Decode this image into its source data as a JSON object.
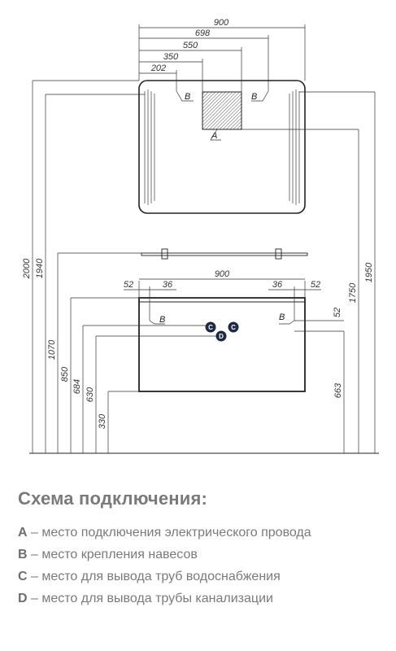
{
  "mirror_dims": {
    "width_total": "900",
    "w698": "698",
    "w550": "550",
    "w350": "350",
    "w202": "202"
  },
  "cabinet_dims": {
    "width": "900",
    "left_52": "52",
    "left_36": "36",
    "right_36": "36",
    "right_52": "52",
    "side_52": "52"
  },
  "vertical_dims": {
    "h2000": "2000",
    "h1940": "1940",
    "h1070": "1070",
    "h850": "850",
    "h684": "684",
    "h630": "630",
    "h330": "330",
    "h663": "663",
    "h1750": "1750",
    "h1950": "1950"
  },
  "markers": {
    "a": "A",
    "b": "B",
    "c": "C",
    "d": "D"
  },
  "legend": {
    "title": "Схема подключения:",
    "items": [
      {
        "key": "A",
        "text": " – место подключения электрического провода"
      },
      {
        "key": "B",
        "text": " – место крепления навесов"
      },
      {
        "key": "C",
        "text": " – место для вывода труб водоснабжения"
      },
      {
        "key": "D",
        "text": " – место для вывода трубы канализации"
      }
    ]
  },
  "colors": {
    "line": "#333333",
    "marker_fill": "#1e2a44"
  }
}
